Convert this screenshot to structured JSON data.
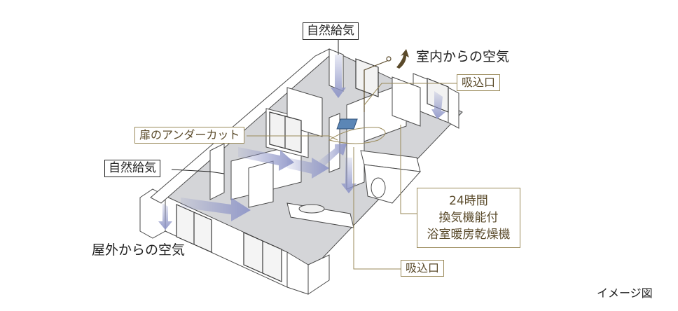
{
  "labels": {
    "natural_supply_top": "自然給気",
    "natural_supply_left": "自然給気",
    "indoor_air": "室内からの空気",
    "outdoor_air": "屋外からの空気",
    "intake_top": "吸込口",
    "intake_bottom": "吸込口",
    "door_undercut": "扉のアンダーカット",
    "unit_line1": "24時間",
    "unit_line2": "換気機能付",
    "unit_line3": "浴室暖房乾燥機",
    "image_note": "イメージ図"
  },
  "colors": {
    "floor": "#d4d5d8",
    "wall": "#ffffff",
    "outline": "#4a4a4a",
    "airflow": "#8f96c8",
    "leader_gold": "#9a8a5a",
    "leader_black": "#222222",
    "unit_blue": "#5b86b6",
    "exhaust_arrow": "#5a4a2a"
  }
}
